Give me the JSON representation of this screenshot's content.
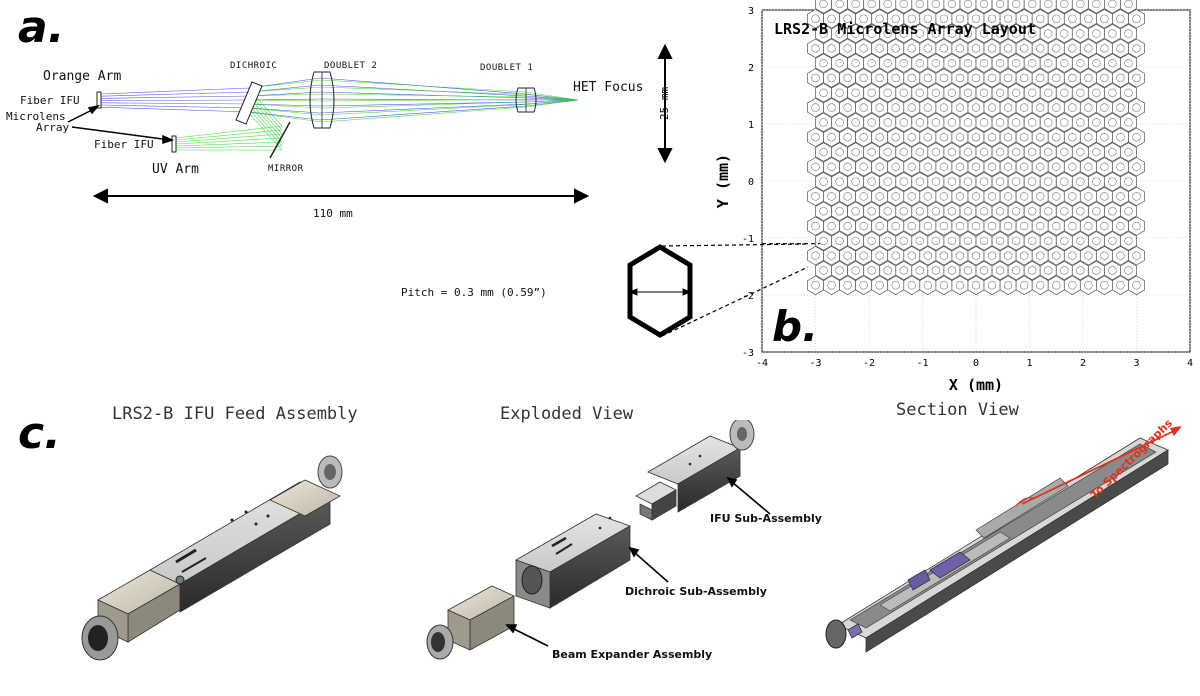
{
  "panel_a": {
    "letter": "a.",
    "labels": {
      "orange_arm": "Orange Arm",
      "fiber_ifu_top": "Fiber IFU",
      "microlens_1": "Microlens",
      "microlens_2": "Array",
      "fiber_ifu_bottom": "Fiber IFU",
      "uv_arm": "UV Arm",
      "dichroic": "DICHROIC",
      "doublet2": "DOUBLET 2",
      "doublet1": "DOUBLET 1",
      "het_focus": "HET Focus",
      "mirror": "MIRROR",
      "dim_25": "25 mm",
      "dim_110": "110 mm"
    },
    "colors": {
      "orange_rays": "#3b3bdc",
      "uv_rays": "#2bd62b"
    }
  },
  "panel_b": {
    "letter": "b.",
    "pitch_label": "Pitch = 0.3 mm (0.59”)"
  },
  "panel_c": {
    "letter": "c.",
    "titles": {
      "assembly": "LRS2-B IFU Feed Assembly",
      "exploded": "Exploded View",
      "section": "Section View"
    },
    "callouts": {
      "ifu_sub": "IFU Sub-Assembly",
      "dichroic_sub": "Dichroic Sub-Assembly",
      "beam_expander": "Beam Expander Assembly",
      "to_spectrographs": "To Spectrographs"
    },
    "colors": {
      "arrow_red": "#e0301e"
    }
  },
  "chart_data": {
    "type": "scatter",
    "title": "LRS2-B Microlens Array Layout",
    "xlabel": "X (mm)",
    "ylabel": "Y (mm)",
    "xlim": [
      -4,
      4
    ],
    "ylim": [
      -3,
      3
    ],
    "xticks": [
      "-4",
      "-3",
      "-2",
      "-1",
      "0",
      "1",
      "2",
      "3",
      "4"
    ],
    "yticks": [
      "-3",
      "-2",
      "-1",
      "0",
      "1",
      "2",
      "3"
    ],
    "grid": true,
    "lattice": {
      "shape": "hexagon",
      "pitch_mm": 0.3,
      "rows": 20,
      "row_y_start": -1.83,
      "row_spacing": 0.2598,
      "even_row_x": [
        -3.0,
        -2.7,
        -2.4,
        -2.1,
        -1.8,
        -1.5,
        -1.2,
        -0.9,
        -0.6,
        -0.3,
        0.0,
        0.3,
        0.6,
        0.9,
        1.2,
        1.5,
        1.8,
        2.1,
        2.4,
        2.7,
        3.0
      ],
      "odd_row_x": [
        -2.85,
        -2.55,
        -2.25,
        -1.95,
        -1.65,
        -1.35,
        -1.05,
        -0.75,
        -0.45,
        -0.15,
        0.15,
        0.45,
        0.75,
        1.05,
        1.35,
        1.65,
        1.95,
        2.25,
        2.55,
        2.85
      ]
    }
  }
}
